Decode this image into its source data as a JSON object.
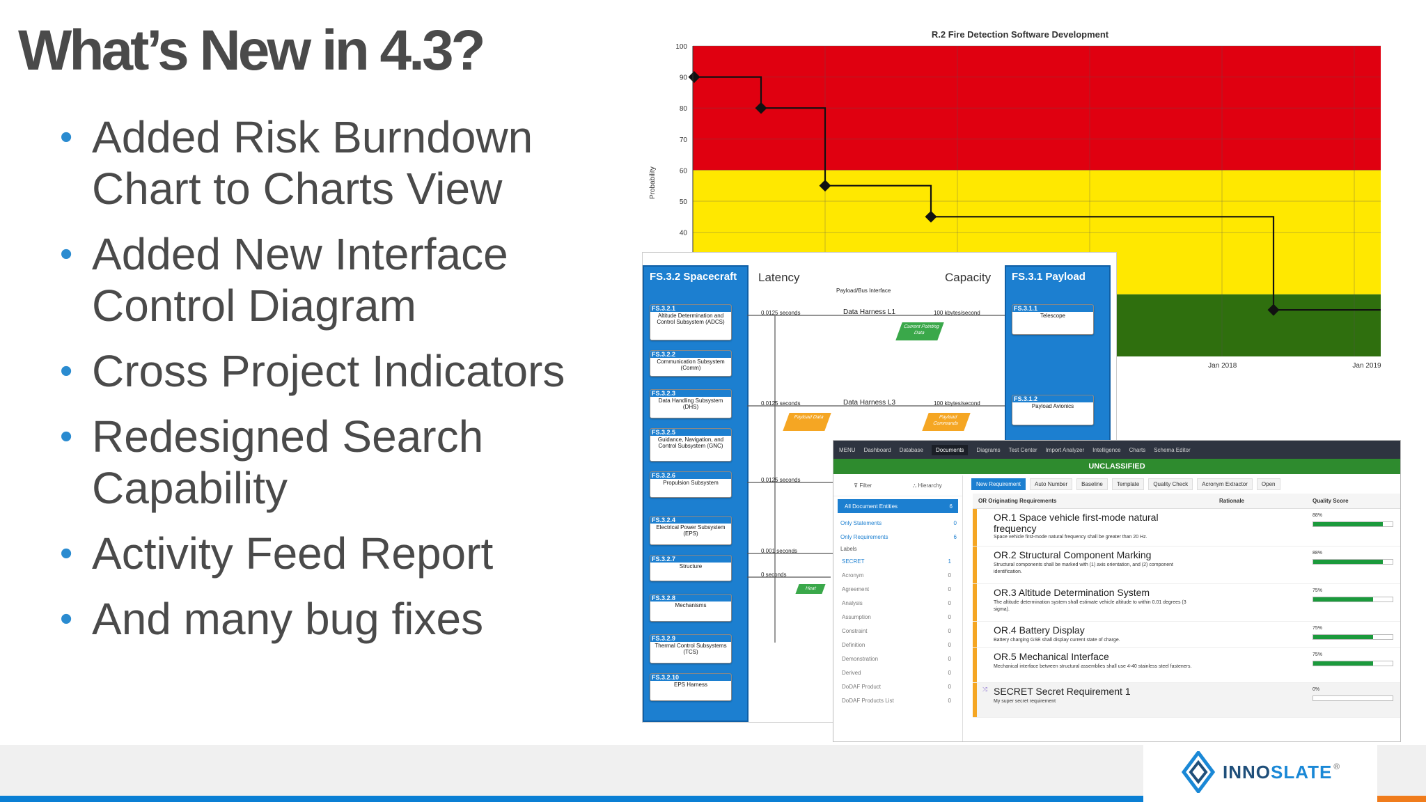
{
  "slide": {
    "title": "What’s New in 4.3?",
    "bullets": [
      "Added Risk Burndown Chart to Charts View",
      "Added New Interface Control Diagram",
      "Cross Project Indicators",
      "Redesigned Search Capability",
      "Activity Feed Report",
      "And many bug fixes"
    ],
    "bullet_glyph": "•",
    "logo": {
      "word_a": "INNO",
      "word_b": "SLATE",
      "reg": "®"
    }
  },
  "chart_data": {
    "type": "line",
    "title": "R.2 Fire Detection Software Development",
    "ylabel": "Probability",
    "ylim": [
      0,
      100
    ],
    "yticks": [
      40,
      50,
      60,
      70,
      80,
      90,
      100
    ],
    "xtick_labels": [
      "Jan 2018",
      "Jan 2019"
    ],
    "bands": [
      {
        "from": 60,
        "to": 100,
        "color": "#e00010"
      },
      {
        "from": 20,
        "to": 60,
        "color": "#ffe800"
      },
      {
        "from": 0,
        "to": 20,
        "color": "#2f6f0e"
      }
    ],
    "series": [
      {
        "values": [
          90,
          80,
          55,
          45,
          15
        ]
      }
    ]
  },
  "icd": {
    "left_col_title": "FS.3.2 Spacecraft",
    "right_col_title": "FS.3.1 Payload",
    "latency_header": "Latency",
    "capacity_header": "Capacity",
    "interface_name": "Payload/Bus Interface",
    "left_subsystems": [
      {
        "id": "FS.3.2.1",
        "name": "Altitude Determination and Control Subsystem (ADCS)"
      },
      {
        "id": "FS.3.2.2",
        "name": "Communication Subsystem (Comm)"
      },
      {
        "id": "FS.3.2.3",
        "name": "Data Handling Subsystem (DHS)"
      },
      {
        "id": "FS.3.2.5",
        "name": "Guidance, Navigation, and Control Subsystem (GNC)"
      },
      {
        "id": "FS.3.2.6",
        "name": "Propulsion Subsystem"
      },
      {
        "id": "FS.3.2.4",
        "name": "Electrical Power Subsystem (EPS)"
      },
      {
        "id": "FS.3.2.7",
        "name": "Structure"
      },
      {
        "id": "FS.3.2.8",
        "name": "Mechanisms"
      },
      {
        "id": "FS.3.2.9",
        "name": "Thermal Control Subsystems (TCS)"
      },
      {
        "id": "FS.3.2.10",
        "name": "EPS Harness"
      }
    ],
    "right_subsystems": [
      {
        "id": "FS.3.1.1",
        "name": "Telescope"
      },
      {
        "id": "FS.3.1.2",
        "name": "Payload Avionics"
      }
    ],
    "links": [
      {
        "latency": "0.0125 seconds",
        "name": "Data Harness L1",
        "capacity": "100 kbytes/second",
        "item": "Current Pointing Data"
      },
      {
        "latency": "0.0125 seconds",
        "name": "Data Harness L3",
        "capacity": "100 kbytes/second",
        "item": "Payload Data"
      },
      {
        "latency": "0.0125 seconds"
      },
      {
        "latency": "0.001 seconds"
      },
      {
        "latency": "0 seconds",
        "item": "Heat"
      }
    ],
    "extra_item": "Payload Commands"
  },
  "docs": {
    "nav": [
      "MENU",
      "Dashboard",
      "Database",
      "Documents",
      "Diagrams",
      "Test Center",
      "Import Analyzer",
      "Intelligence",
      "Charts",
      "Schema Editor"
    ],
    "classification": "UNCLASSIFIED",
    "toolbar": [
      "New Requirement",
      "Auto Number",
      "Baseline",
      "Template",
      "Quality Check",
      "Acronym Extractor",
      "Open"
    ],
    "left_icons": [
      "Filter",
      "Hierarchy"
    ],
    "left_items": [
      {
        "label": "All Document Entities",
        "count": "6"
      },
      {
        "label": "Only Statements",
        "count": "0"
      },
      {
        "label": "Only Requirements",
        "count": "6"
      }
    ],
    "labels_heading": "Labels",
    "labels": [
      {
        "label": "SECRET",
        "count": "1"
      },
      {
        "label": "Acronym",
        "count": "0"
      },
      {
        "label": "Agreement",
        "count": "0"
      },
      {
        "label": "Analysis",
        "count": "0"
      },
      {
        "label": "Assumption",
        "count": "0"
      },
      {
        "label": "Constraint",
        "count": "0"
      },
      {
        "label": "Definition",
        "count": "0"
      },
      {
        "label": "Demonstration",
        "count": "0"
      },
      {
        "label": "Derived",
        "count": "0"
      },
      {
        "label": "DoDAF Product",
        "count": "0"
      },
      {
        "label": "DoDAF Products List",
        "count": "0"
      }
    ],
    "columns": {
      "doc": "OR Originating Requirements",
      "rationale": "Rationale",
      "quality": "Quality Score"
    },
    "requirements": [
      {
        "title": "OR.1 Space vehicle first-mode natural frequency",
        "text": "Space vehicle first-mode natural frequency shall be greater than 20 Hz.",
        "score_label": "88%",
        "score": 88
      },
      {
        "title": "OR.2 Structural Component Marking",
        "text": "Structural components shall be marked with (1) axis orientation, and (2) component identification.",
        "score_label": "88%",
        "score": 88
      },
      {
        "title": "OR.3 Altitude Determination System",
        "text": "The altitude determination system shall estimate vehicle altitude to within 0.01 degrees (3 sigma).",
        "score_label": "75%",
        "score": 75
      },
      {
        "title": "OR.4 Battery Display",
        "text": "Battery charging GSE shall display current state of charge.",
        "score_label": "75%",
        "score": 75
      },
      {
        "title": "OR.5 Mechanical Interface",
        "text": "Mechanical interface between structural assemblies shall use 4-40 stainless steel fasteners.",
        "score_label": "75%",
        "score": 75
      },
      {
        "title": "SECRET Secret Requirement 1",
        "text": "My super secret requirement",
        "score_label": "0%",
        "score": 0
      }
    ]
  }
}
